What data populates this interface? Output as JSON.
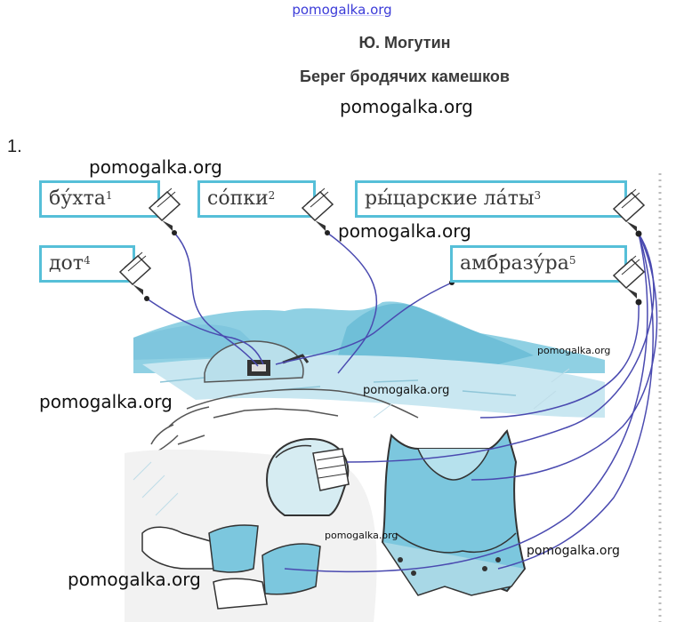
{
  "header": {
    "site": "pomogalka.org"
  },
  "author": "Ю. Могутин",
  "title": "Берег бродячих камешков",
  "task_number": "1.",
  "watermarks": {
    "w1": "pomogalka.org",
    "w2": "pomogalka.org",
    "w3": "pomogalka.org",
    "w4": "pomogalka.org",
    "w5": "pomogalka.org",
    "w6": "pomogalka.org",
    "w7": "pomogalka.org",
    "w8": "pomogalka.org",
    "w9": "pomogalka.org"
  },
  "words": [
    {
      "text": "бу́хта",
      "note": "1"
    },
    {
      "text": "со́пки",
      "note": "2"
    },
    {
      "text": "ры́царские  ла́ты",
      "note": "3"
    },
    {
      "text": "дот",
      "note": "4"
    },
    {
      "text": "амбразу́ра",
      "note": "5"
    }
  ],
  "colors": {
    "box_border": "#56bfd8",
    "line": "#4a4ab0",
    "sky": "#a9d9ea",
    "water": "#c9e7f1"
  },
  "icons": [
    "pencil-icon",
    "helmet-illustration",
    "armor-illustration",
    "gauntlet-illustration",
    "bunker-illustration"
  ]
}
